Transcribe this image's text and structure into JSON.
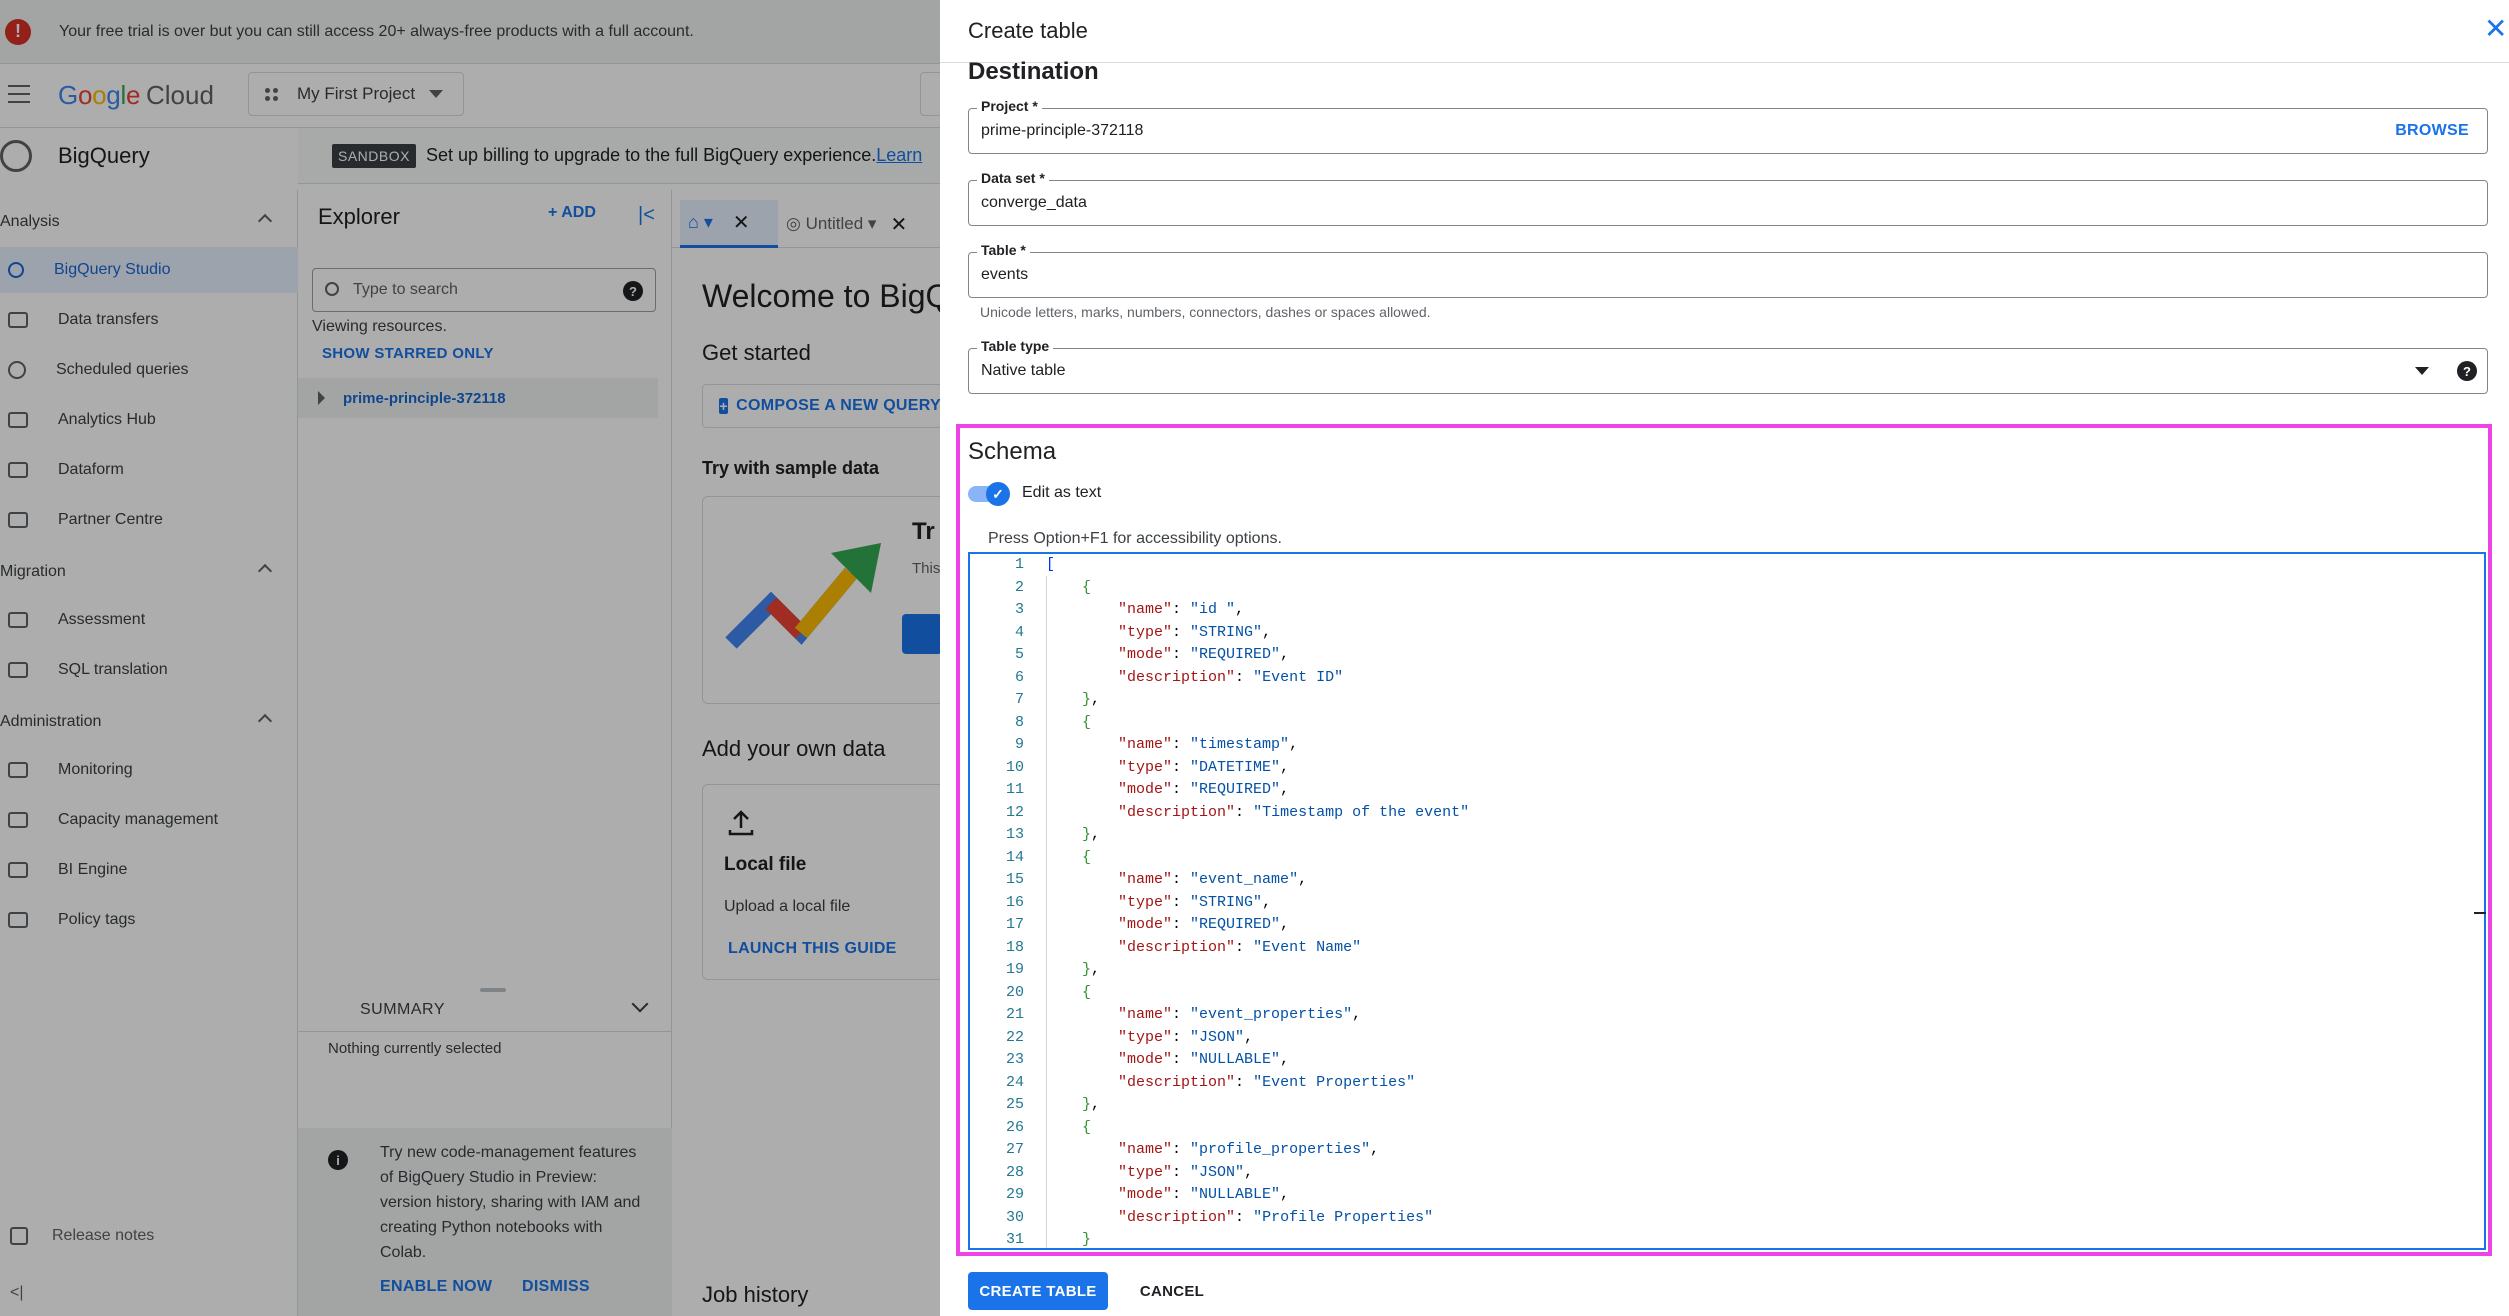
{
  "banner": {
    "text": "Your free trial is over but you can still access 20+ always-free products with a full account."
  },
  "header": {
    "logo_google": "Google",
    "logo_cloud": "Cloud",
    "project_selector": "My First Project",
    "product": "BigQuery",
    "sandbox_tag": "SANDBOX",
    "sandbox_msg": "Set up billing to upgrade to the full BigQuery experience.",
    "sandbox_link": "Learn"
  },
  "sidebar": {
    "sections": [
      {
        "label": "Analysis"
      },
      {
        "label": "Migration"
      },
      {
        "label": "Administration"
      }
    ],
    "items": [
      {
        "label": "BigQuery Studio",
        "active": true
      },
      {
        "label": "Data transfers"
      },
      {
        "label": "Scheduled queries"
      },
      {
        "label": "Analytics Hub"
      },
      {
        "label": "Dataform"
      },
      {
        "label": "Partner Centre"
      },
      {
        "label": "Assessment"
      },
      {
        "label": "SQL translation"
      },
      {
        "label": "Monitoring"
      },
      {
        "label": "Capacity management"
      },
      {
        "label": "BI Engine"
      },
      {
        "label": "Policy tags"
      }
    ],
    "release_notes": "Release notes"
  },
  "explorer": {
    "title": "Explorer",
    "add_label": "ADD",
    "search_placeholder": "Type to search",
    "viewing": "Viewing resources.",
    "starred_link": "SHOW STARRED ONLY",
    "project": "prime-principle-372118",
    "summary_label": "SUMMARY",
    "nothing_selected": "Nothing currently selected",
    "preview_text": "Try new code-management features of BigQuery Studio in Preview: version history, sharing with IAM and creating Python notebooks with Colab.",
    "enable_now": "ENABLE NOW",
    "dismiss": "DISMISS"
  },
  "workspace": {
    "tab_untitled": "Untitled",
    "welcome": "Welcome to BigQu",
    "get_started": "Get started",
    "compose": "COMPOSE A NEW QUERY",
    "try_sample": "Try with sample data",
    "try_title": "Tr",
    "try_sub": "This",
    "add_own": "Add your own data",
    "local_file": "Local file",
    "upload_local": "Upload a local file",
    "launch_guide": "LAUNCH THIS GUIDE",
    "job_history": "Job history"
  },
  "dialog": {
    "title": "Create table",
    "destination": "Destination",
    "project_label": "Project *",
    "project_value": "prime-principle-372118",
    "browse": "BROWSE",
    "dataset_label": "Data set *",
    "dataset_value": "converge_data",
    "table_label": "Table *",
    "table_value": "events",
    "table_hint": "Unicode letters, marks, numbers, connectors, dashes or spaces allowed.",
    "table_type_label": "Table type",
    "table_type_value": "Native table",
    "schema_title": "Schema",
    "edit_as_text": "Edit as text",
    "a11y_hint": "Press Option+F1 for accessibility options.",
    "create_button": "CREATE TABLE",
    "cancel_button": "CANCEL"
  },
  "schema_code": [
    {
      "n": "1",
      "t": "bracket_open"
    },
    {
      "n": "2",
      "t": "brace_open"
    },
    {
      "n": "3",
      "key": "name",
      "val": "id ",
      "comma": true
    },
    {
      "n": "4",
      "key": "type",
      "val": "STRING",
      "comma": true
    },
    {
      "n": "5",
      "key": "mode",
      "val": "REQUIRED",
      "comma": true
    },
    {
      "n": "6",
      "key": "description",
      "val": "Event ID",
      "comma": false
    },
    {
      "n": "7",
      "t": "brace_close_comma"
    },
    {
      "n": "8",
      "t": "brace_open"
    },
    {
      "n": "9",
      "key": "name",
      "val": "timestamp",
      "comma": true
    },
    {
      "n": "10",
      "key": "type",
      "val": "DATETIME",
      "comma": true
    },
    {
      "n": "11",
      "key": "mode",
      "val": "REQUIRED",
      "comma": true
    },
    {
      "n": "12",
      "key": "description",
      "val": "Timestamp of the event",
      "comma": false
    },
    {
      "n": "13",
      "t": "brace_close_comma"
    },
    {
      "n": "14",
      "t": "brace_open"
    },
    {
      "n": "15",
      "key": "name",
      "val": "event_name",
      "comma": true
    },
    {
      "n": "16",
      "key": "type",
      "val": "STRING",
      "comma": true
    },
    {
      "n": "17",
      "key": "mode",
      "val": "REQUIRED",
      "comma": true
    },
    {
      "n": "18",
      "key": "description",
      "val": "Event Name",
      "comma": false
    },
    {
      "n": "19",
      "t": "brace_close_comma"
    },
    {
      "n": "20",
      "t": "brace_open"
    },
    {
      "n": "21",
      "key": "name",
      "val": "event_properties",
      "comma": true
    },
    {
      "n": "22",
      "key": "type",
      "val": "JSON",
      "comma": true
    },
    {
      "n": "23",
      "key": "mode",
      "val": "NULLABLE",
      "comma": true
    },
    {
      "n": "24",
      "key": "description",
      "val": "Event Properties",
      "comma": false
    },
    {
      "n": "25",
      "t": "brace_close_comma"
    },
    {
      "n": "26",
      "t": "brace_open"
    },
    {
      "n": "27",
      "key": "name",
      "val": "profile_properties",
      "comma": true
    },
    {
      "n": "28",
      "key": "type",
      "val": "JSON",
      "comma": true
    },
    {
      "n": "29",
      "key": "mode",
      "val": "NULLABLE",
      "comma": true
    },
    {
      "n": "30",
      "key": "description",
      "val": "Profile Properties",
      "comma": false
    },
    {
      "n": "31",
      "t": "brace_close"
    }
  ],
  "colors": {
    "accent": "#1a73e8",
    "highlight_border": "#ee44e6",
    "json_key": "#a31515",
    "json_string": "#0451a5",
    "line_number": "#237893",
    "error": "#d93025"
  }
}
